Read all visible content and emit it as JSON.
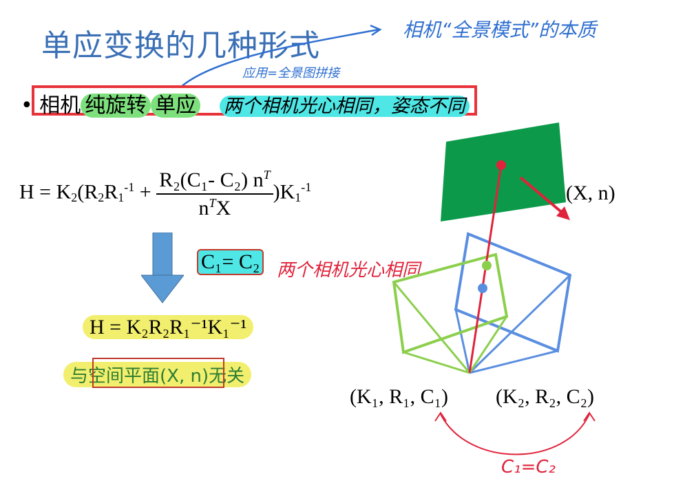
{
  "title": "单应变换的几种形式",
  "annotations": {
    "top_right_note": "相机“全景模式”的本质",
    "arrow_note": "应用=全景图拼接",
    "same_center_note": "两个相机光心相同",
    "bottom_note": "C₁=C₂"
  },
  "bullet": {
    "marker": "•",
    "prefix": "相机",
    "term1": "纯旋转",
    "term2": "单应",
    "comment": "两个相机光心相同，姿态不同"
  },
  "equation_general": {
    "lhs": "H = K",
    "sub2": "2",
    "open": "(R",
    "R1inv": "R",
    "sub1": "1",
    "inv": "-1",
    "plus": "+",
    "numerator": "R₂(C₁- C₂) n",
    "T": "T",
    "denominator": "n",
    "X": "X",
    "close": ")K"
  },
  "condition": "C₁= C₂",
  "equation_simplified": "H = K₂R₂R₁⁻¹K₁⁻¹",
  "independence": "与空间平面(X, n)无关",
  "diagram": {
    "plane_label": "(X, n)",
    "camera1": "(K₁, R₁, C₁)",
    "camera2": "(K₂, R₂, C₂)"
  },
  "colors": {
    "title": "#3a6fb5",
    "plane": "#0c9a4a",
    "camera1_frame": "#8ccf4d",
    "camera2_frame": "#5a8ee0",
    "ray": "#e0223a",
    "arrow": "#4a90d0"
  }
}
